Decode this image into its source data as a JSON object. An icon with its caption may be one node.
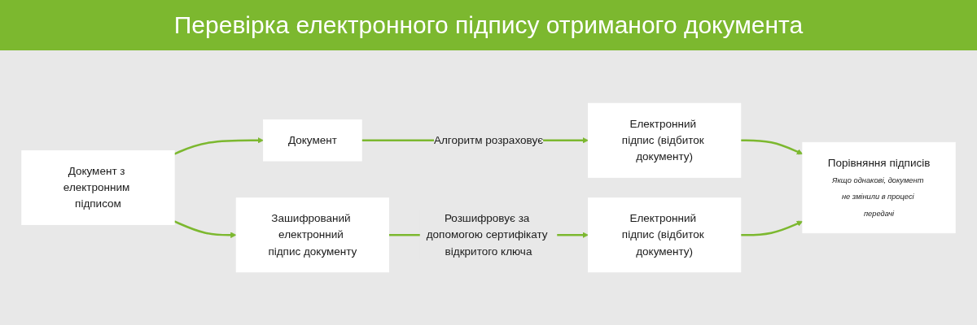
{
  "diagram": {
    "title": "Перевірка електронного підпису отриманого документа",
    "nodes": [
      {
        "text": [
          "Документ з електронним підписом"
        ]
      },
      {
        "text": [
          "Документ"
        ]
      },
      {
        "text": [
          "Зашифрований електронний підпис документу"
        ]
      },
      {
        "text": [
          "Електронний підпис (відбиток документу)"
        ]
      },
      {
        "text": [
          "Електронний підпис (відбиток документу)"
        ]
      },
      {
        "text": [
          "Порівняння підписів",
          "Якщо однакові, документ не змінили в процесі передачі"
        ]
      }
    ],
    "edges": [
      {
        "from": 0,
        "to": 1,
        "arrow": "to"
      },
      {
        "from": 0,
        "to": 2,
        "arrow": "to"
      },
      {
        "from": 1,
        "to": 3,
        "arrow": "to",
        "label": "Алгоритм розраховує"
      },
      {
        "from": 2,
        "to": 4,
        "arrow": "to",
        "label": "Розшифровує за допомогою сертифікату відкритого ключа"
      },
      {
        "from": 3,
        "to": 5,
        "arrow": "to"
      },
      {
        "from": 4,
        "to": 5,
        "arrow": "to"
      }
    ]
  }
}
